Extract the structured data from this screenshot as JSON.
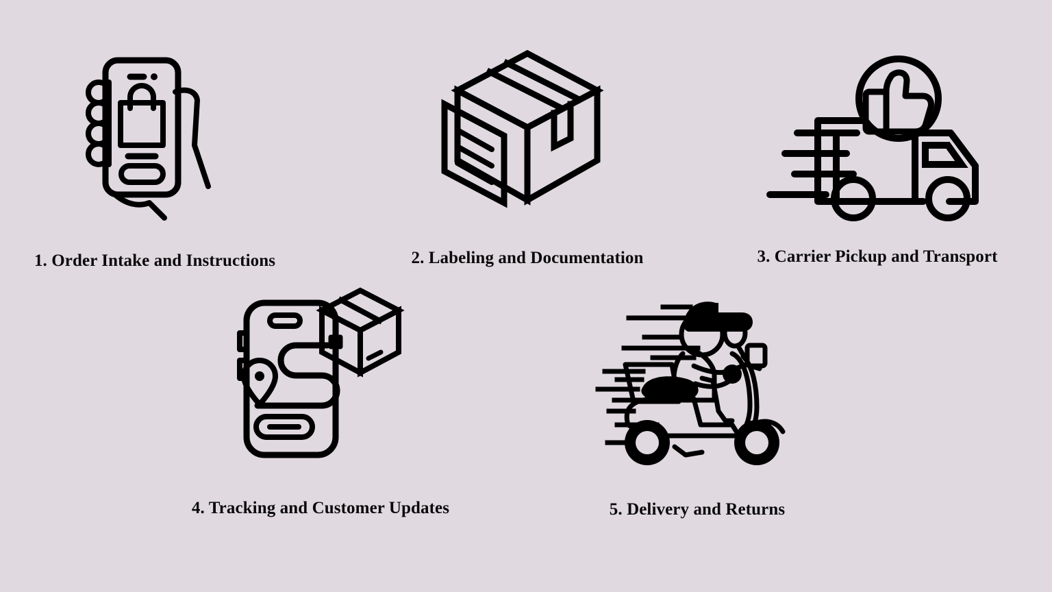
{
  "slide": {
    "background_color": "#e0d9e0",
    "ink_color": "#000000",
    "title": "",
    "layout": "two-row process diagram, 3 steps on top row, 2 steps on bottom row"
  },
  "steps": [
    {
      "number": "1",
      "label": "1. Order Intake and Instructions",
      "icon_name": "hand-holding-phone-shopping-bag-icon",
      "icon_description": "A hand holding a smartphone displaying a shopping bag and two list bars"
    },
    {
      "number": "2",
      "label": "2. Labeling and Documentation",
      "icon_name": "package-box-with-document-icon",
      "icon_description": "An isometric taped cardboard box with a shipping document sheet in front"
    },
    {
      "number": "3",
      "label": "3. Carrier Pickup and Transport",
      "icon_name": "delivery-truck-thumbs-up-icon",
      "icon_description": "A fast delivery truck with motion speed lines and a thumbs-up in a circle"
    },
    {
      "number": "4",
      "label": "4. Tracking and Customer Updates",
      "icon_name": "phone-tracking-route-package-icon",
      "icon_description": "A smartphone showing a winding tracking route with a map pin, beside a parcel box"
    },
    {
      "number": "5",
      "label": "5. Delivery and Returns",
      "icon_name": "delivery-scooter-rider-icon",
      "icon_description": "A courier riding a delivery scooter with a top box and motion speed lines"
    }
  ]
}
